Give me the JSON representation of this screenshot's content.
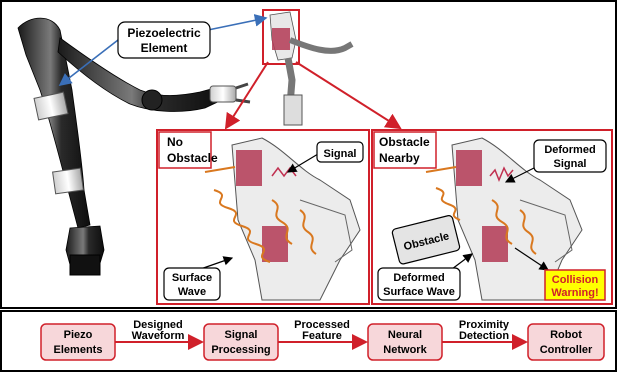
{
  "callouts": {
    "piezo_line1": "Piezoelectric",
    "piezo_line2": "Element"
  },
  "panel_left": {
    "title_line1": "No",
    "title_line2": "Obstacle",
    "signal": "Signal",
    "surface_line1": "Surface",
    "surface_line2": "Wave"
  },
  "panel_right": {
    "title_line1": "Obstacle",
    "title_line2": "Nearby",
    "deformed_signal_line1": "Deformed",
    "deformed_signal_line2": "Signal",
    "obstacle": "Obstacle",
    "deformed_wave_line1": "Deformed",
    "deformed_wave_line2": "Surface Wave",
    "warning_line1": "Collision",
    "warning_line2": "Warning!"
  },
  "pipeline": {
    "nodes": [
      {
        "line1": "Piezo",
        "line2": "Elements"
      },
      {
        "line1": "Signal",
        "line2": "Processing"
      },
      {
        "line1": "Neural",
        "line2": "Network"
      },
      {
        "line1": "Robot",
        "line2": "Controller"
      }
    ],
    "edges": [
      {
        "line1": "Designed",
        "line2": "Waveform"
      },
      {
        "line1": "Processed",
        "line2": "Feature"
      },
      {
        "line1": "Proximity",
        "line2": "Detection"
      }
    ]
  },
  "colors": {
    "accent_red": "#d0202a",
    "piezo_pink": "#b33a55",
    "wave_orange": "#d9781f",
    "warning_yellow": "#ffff00",
    "arrow_blue": "#3a6fb8",
    "pipeline_fill": "#f7d7da"
  }
}
